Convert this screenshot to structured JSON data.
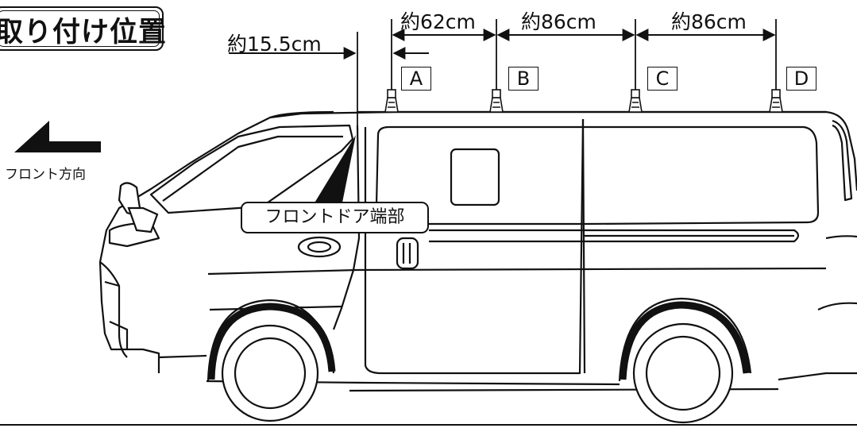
{
  "title": "取り付け位置",
  "dimensions": {
    "front_offset": "約15.5cm",
    "a_to_b": "約62cm",
    "b_to_c": "約86cm",
    "c_to_d": "約86cm"
  },
  "mount_points": [
    "A",
    "B",
    "C",
    "D"
  ],
  "front_direction_label": "フロント方向",
  "front_door_edge_label": "フロントドア端部",
  "colors": {
    "line": "#111111",
    "background": "#ffffff"
  }
}
